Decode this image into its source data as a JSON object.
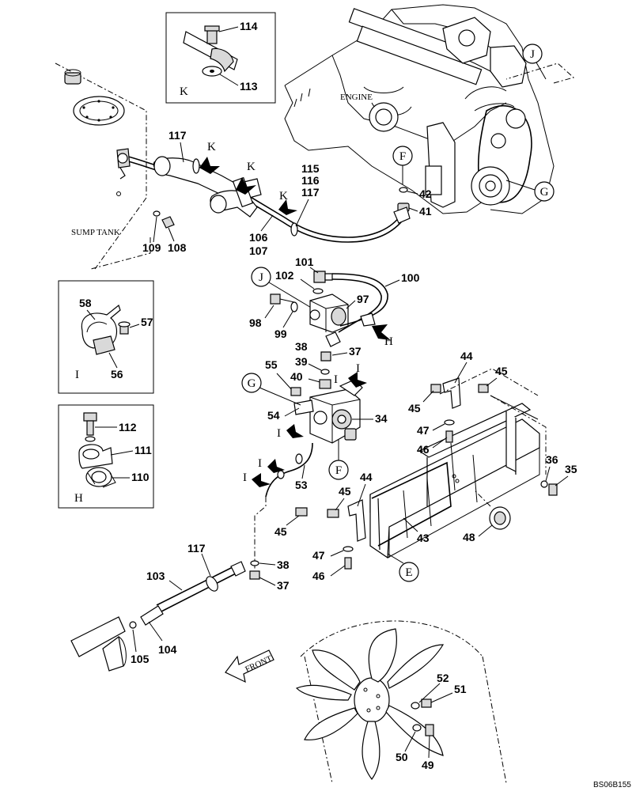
{
  "labels": {
    "engine": "ENGINE",
    "sump_tank": "SUMP TANK",
    "front": "FRONT",
    "drawing_code": "BS06B155"
  },
  "detail_views": {
    "K": {
      "letter": "K",
      "parts": [
        "114",
        "113"
      ]
    },
    "I": {
      "letter": "I",
      "parts": [
        "58",
        "57",
        "56"
      ]
    },
    "H": {
      "letter": "H",
      "parts": [
        "112",
        "111",
        "110"
      ]
    }
  },
  "circle_refs": [
    "J",
    "F",
    "G",
    "J",
    "G",
    "F",
    "E"
  ],
  "arrow_refs": [
    "K",
    "K",
    "K",
    "H",
    "I",
    "I",
    "I",
    "I",
    "I"
  ],
  "part_numbers": [
    "114",
    "113",
    "117",
    "115",
    "116",
    "117",
    "42",
    "41",
    "109",
    "108",
    "106",
    "107",
    "101",
    "102",
    "100",
    "97",
    "98",
    "99",
    "38",
    "37",
    "39",
    "55",
    "40",
    "54",
    "34",
    "53",
    "44",
    "45",
    "45",
    "47",
    "46",
    "36",
    "35",
    "44",
    "45",
    "45",
    "43",
    "48",
    "47",
    "46",
    "117",
    "103",
    "38",
    "37",
    "104",
    "105",
    "52",
    "51",
    "50",
    "49",
    "58",
    "57",
    "56",
    "112",
    "111",
    "110"
  ]
}
